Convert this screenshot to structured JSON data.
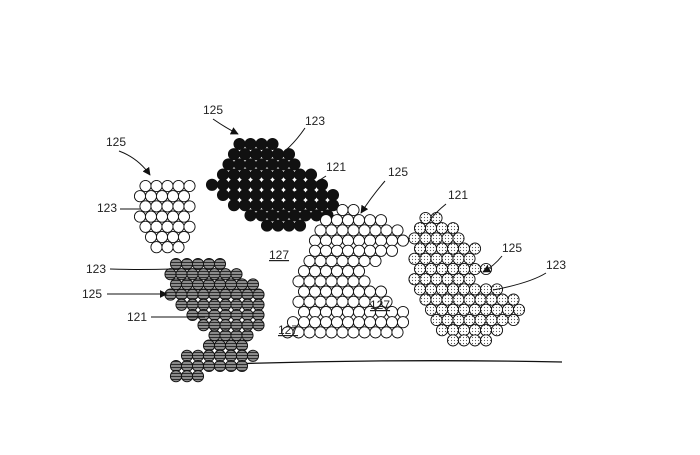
{
  "labels": {
    "l125": "125",
    "l123": "123",
    "l121": "121",
    "l127": "127"
  }
}
